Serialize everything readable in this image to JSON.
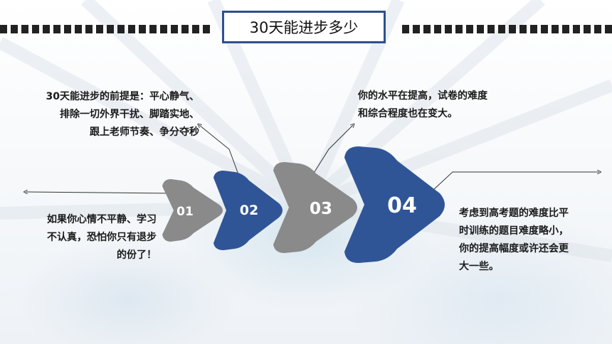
{
  "title": "30天能进步多少",
  "steps": [
    {
      "num": "01",
      "color": "#8a8a8a"
    },
    {
      "num": "02",
      "color": "#2f5597"
    },
    {
      "num": "03",
      "color": "#8a8a8a"
    },
    {
      "num": "04",
      "color": "#2f5597"
    }
  ],
  "notes": {
    "top_left": [
      "30天能进步的前提是：平心静气、",
      "排除一切外界干扰、脚踏实地、",
      "跟上老师节奏、争分夺秒"
    ],
    "top_right": [
      "你的水平在提高，试卷的难度",
      "和综合程度也在变大。"
    ],
    "bottom_left": [
      "如果你心情不平静、学习",
      "不认真，恐怕你只有退步",
      "的份了！"
    ],
    "bottom_right": [
      "考虑到高考题的难度比平",
      "时训练的题目难度略小，",
      "你的提高幅度或许还会更",
      "大一些。"
    ]
  }
}
